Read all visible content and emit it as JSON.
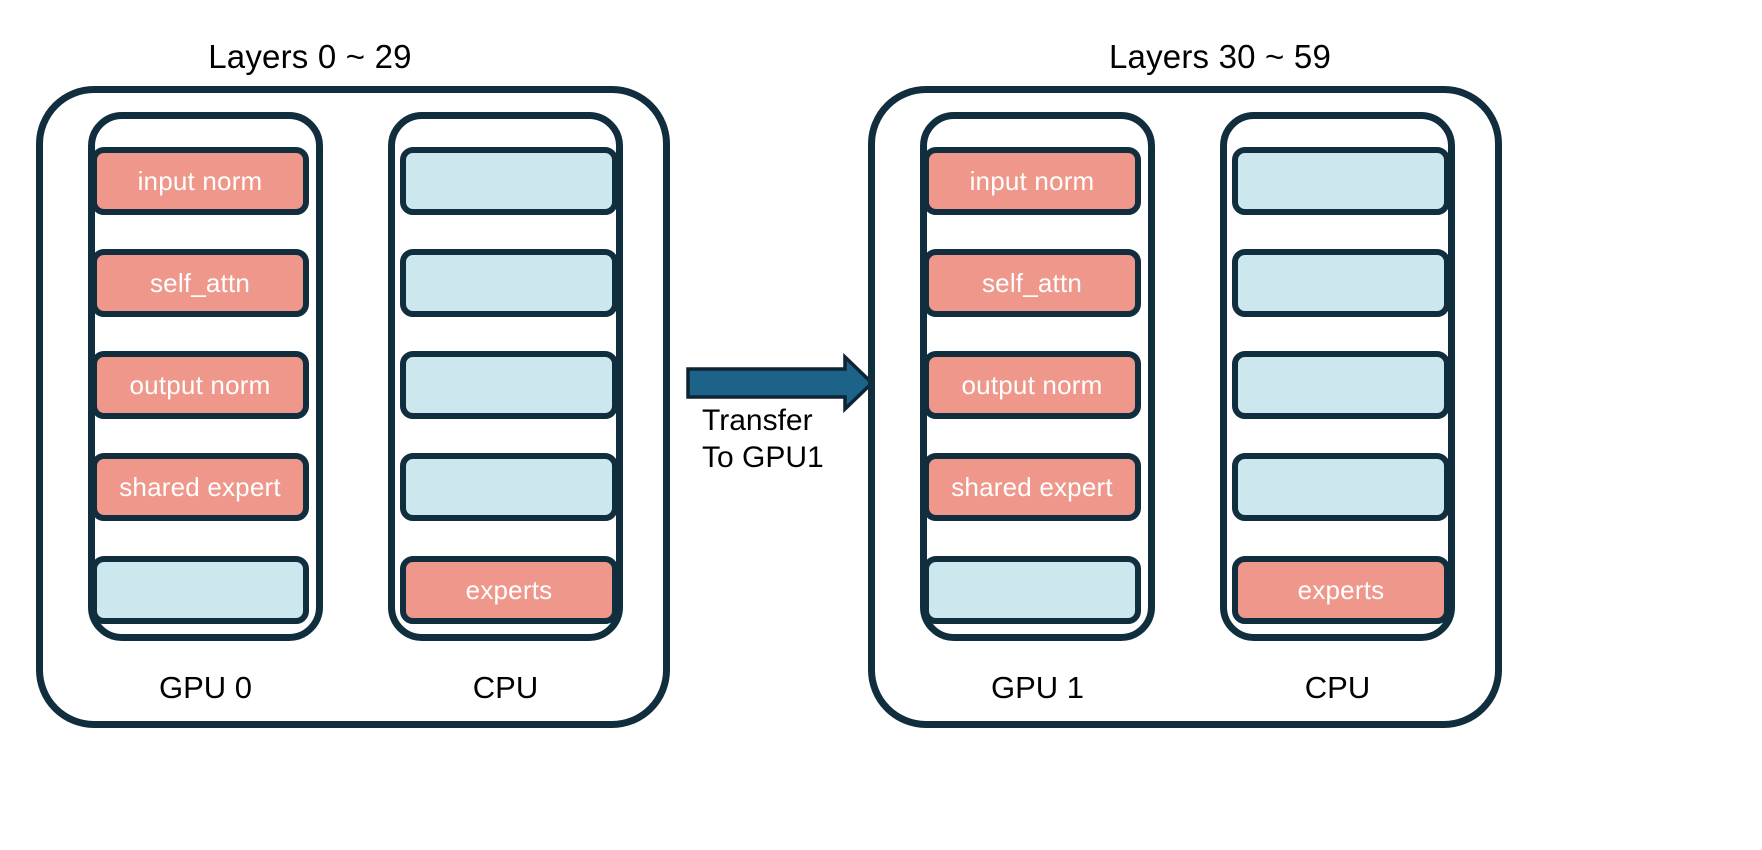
{
  "diagram": {
    "title_left": "Layers 0 ~ 29",
    "title_right": "Layers 30 ~ 59",
    "transfer_label_line1": "Transfer",
    "transfer_label_line2": "To GPU1",
    "colors": {
      "outline": "#112E3F",
      "active_block": "#EE978A",
      "inactive_block": "#CDE7EF",
      "transfer_arrow": "#1D6389",
      "flow_arrow": "#000000",
      "background": "#FFFFFF",
      "block_text": "#FFFFFF",
      "label_text": "#000000"
    }
  },
  "groups": [
    {
      "id": "group-left",
      "title": "Layers 0 ~ 29",
      "columns": [
        {
          "id": "gpu0",
          "label": "GPU 0",
          "blocks": [
            {
              "label": "input norm",
              "state": "active"
            },
            {
              "label": "self_attn",
              "state": "active"
            },
            {
              "label": "output norm",
              "state": "active"
            },
            {
              "label": "shared expert",
              "state": "active"
            },
            {
              "label": "",
              "state": "inactive"
            }
          ]
        },
        {
          "id": "cpu0",
          "label": "CPU",
          "blocks": [
            {
              "label": "",
              "state": "inactive"
            },
            {
              "label": "",
              "state": "inactive"
            },
            {
              "label": "",
              "state": "inactive"
            },
            {
              "label": "",
              "state": "inactive"
            },
            {
              "label": "experts",
              "state": "active"
            }
          ]
        }
      ]
    },
    {
      "id": "group-right",
      "title": "Layers 30 ~ 59",
      "columns": [
        {
          "id": "gpu1",
          "label": "GPU 1",
          "blocks": [
            {
              "label": "input norm",
              "state": "active"
            },
            {
              "label": "self_attn",
              "state": "active"
            },
            {
              "label": "output norm",
              "state": "active"
            },
            {
              "label": "shared expert",
              "state": "active"
            },
            {
              "label": "",
              "state": "inactive"
            }
          ]
        },
        {
          "id": "cpu1",
          "label": "CPU",
          "blocks": [
            {
              "label": "",
              "state": "inactive"
            },
            {
              "label": "",
              "state": "inactive"
            },
            {
              "label": "",
              "state": "inactive"
            },
            {
              "label": "",
              "state": "inactive"
            },
            {
              "label": "experts",
              "state": "active"
            }
          ]
        }
      ]
    }
  ]
}
